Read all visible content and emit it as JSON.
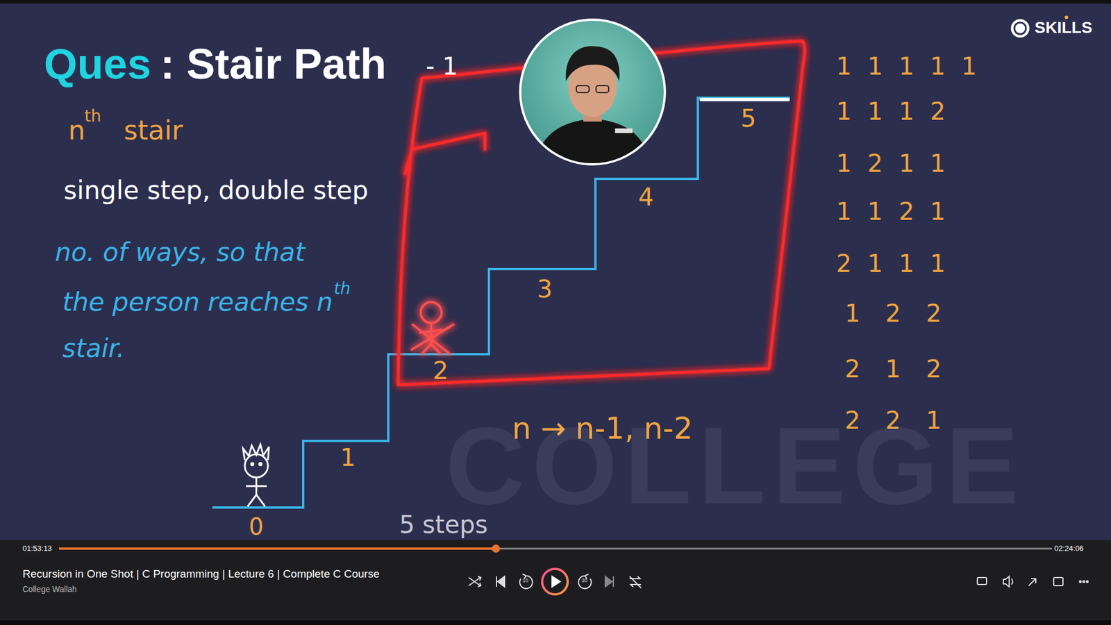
{
  "diagram": {
    "labels": [
      "Ques",
      ": Stair Path",
      "- 1",
      "n",
      "th",
      "stair",
      "single step, double step",
      "no. of ways, so that",
      "the person reaches n",
      "th",
      "stair.",
      "0",
      "1",
      "2",
      "3",
      "4",
      "5",
      "n → n-1, n-2",
      "1 1 1 1 1",
      "1 1 1 2",
      "1 2 1 1",
      "1 1 2 1",
      "2 1 1 1",
      "1 2 2",
      "2 1 2",
      "2 2 1",
      "5 steps",
      "COLLEGE",
      "SKILLS",
      "01:53:13",
      "02:24:06",
      "Recursion in One Shot | C Programming | Lecture 6 | Complete C Course",
      "College Wallah",
      "10",
      "30"
    ]
  }
}
